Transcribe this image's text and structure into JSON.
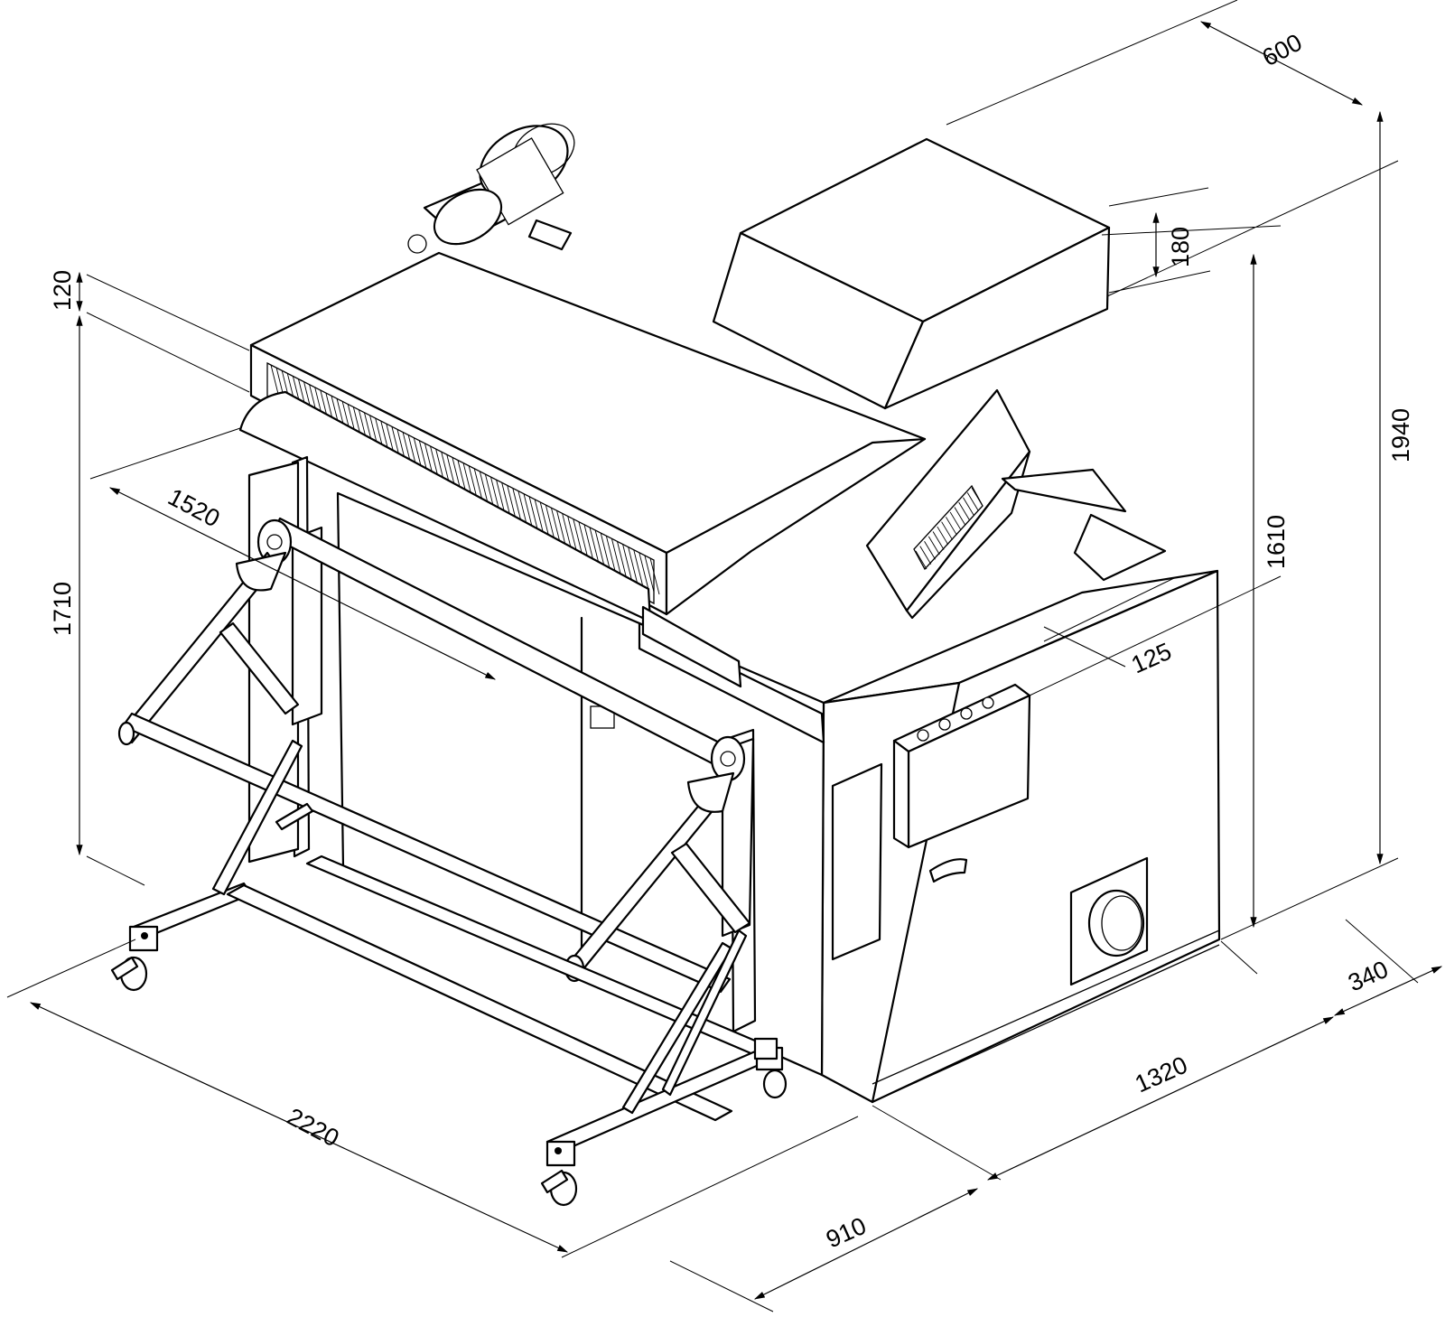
{
  "dimensions": {
    "top_width": "600",
    "outlet_height": "180",
    "total_height": "1940",
    "body_height": "1610",
    "frame_height": "1710",
    "top_offset": "120",
    "roller_width": "1520",
    "side_offset": "125",
    "front_width": "2220",
    "depth_front": "910",
    "body_length": "1320",
    "foot_length": "340"
  }
}
